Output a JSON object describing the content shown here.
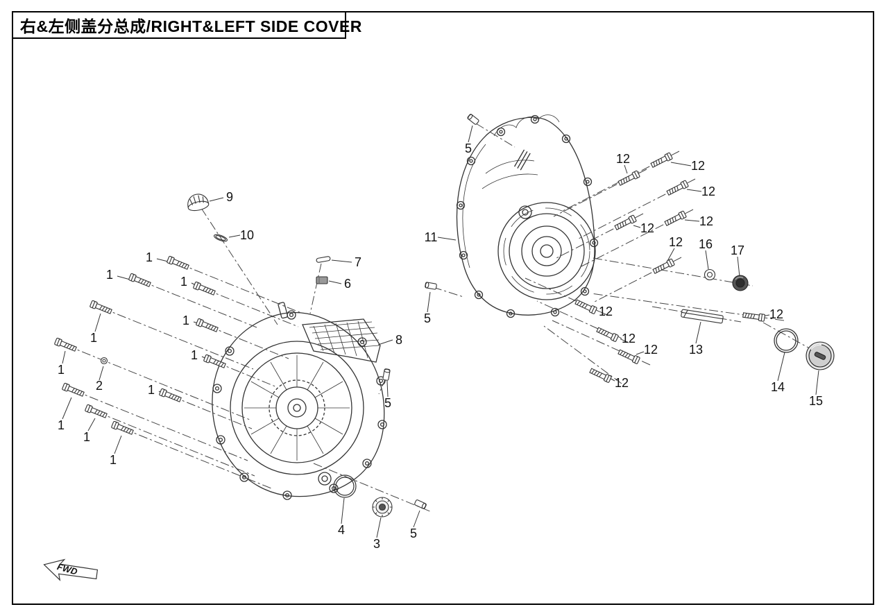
{
  "page": {
    "title": "右&左侧盖分总成/RIGHT&LEFT SIDE COVER",
    "fwd_label": "FWD"
  },
  "colors": {
    "line": "#333333",
    "background": "#ffffff"
  },
  "diagram": {
    "parts": [
      [
        "bolt",
        258,
        380,
        22
      ],
      [
        "bolt",
        203,
        405,
        22
      ],
      [
        "bolt",
        296,
        417,
        22
      ],
      [
        "bolt",
        147,
        444,
        22
      ],
      [
        "bolt",
        300,
        470,
        22
      ],
      [
        "bolt",
        311,
        522,
        22
      ],
      [
        "bolt",
        96,
        498,
        22
      ],
      [
        "bolt",
        247,
        571,
        22
      ],
      [
        "bolt",
        107,
        563,
        22
      ],
      [
        "bolt",
        140,
        594,
        22
      ],
      [
        "bolt",
        178,
        618,
        22
      ],
      [
        "nut",
        150,
        520,
        0
      ],
      [
        "cap9",
        285,
        292,
        -12
      ],
      [
        "oring-s",
        318,
        343,
        20
      ],
      [
        "pin7",
        466,
        374,
        -10
      ],
      [
        "cyl6",
        464,
        404,
        0
      ],
      [
        "plug",
        557,
        540,
        100
      ],
      [
        "plug",
        606,
        727,
        205
      ],
      [
        "plug",
        682,
        172,
        38
      ],
      [
        "plug",
        621,
        412,
        10
      ],
      [
        "oringL",
        497,
        701,
        0
      ],
      [
        "cap3",
        551,
        731,
        0
      ],
      [
        "bolt",
        905,
        258,
        153
      ],
      [
        "bolt",
        952,
        232,
        153
      ],
      [
        "bolt",
        975,
        272,
        153
      ],
      [
        "bolt",
        972,
        316,
        153
      ],
      [
        "bolt",
        900,
        322,
        153
      ],
      [
        "bolt",
        955,
        385,
        153
      ],
      [
        "bolt",
        843,
        441,
        205
      ],
      [
        "bolt",
        874,
        481,
        205
      ],
      [
        "bolt",
        905,
        513,
        205
      ],
      [
        "bolt",
        864,
        540,
        205
      ],
      [
        "bolt",
        1085,
        456,
        188
      ],
      [
        "washer",
        1023,
        396,
        0
      ],
      [
        "cap17",
        1067,
        408,
        0
      ],
      [
        "strip13",
        1012,
        456,
        9
      ],
      [
        "oringM",
        1133,
        491,
        0
      ],
      [
        "cap15",
        1182,
        513,
        0
      ]
    ],
    "callouts": [
      [
        "1",
        215,
        371
      ],
      [
        "1",
        158,
        396
      ],
      [
        "1",
        265,
        406
      ],
      [
        "1",
        135,
        487
      ],
      [
        "1",
        268,
        462
      ],
      [
        "1",
        280,
        512
      ],
      [
        "1",
        88,
        533
      ],
      [
        "1",
        218,
        562
      ],
      [
        "1",
        88,
        613
      ],
      [
        "1",
        125,
        630
      ],
      [
        "1",
        163,
        663
      ],
      [
        "2",
        143,
        556
      ],
      [
        "3",
        543,
        784
      ],
      [
        "4",
        492,
        764
      ],
      [
        "5",
        559,
        581
      ],
      [
        "5",
        596,
        769
      ],
      [
        "5",
        675,
        214
      ],
      [
        "5",
        616,
        459
      ],
      [
        "6",
        501,
        409
      ],
      [
        "7",
        516,
        378
      ],
      [
        "8",
        575,
        490
      ],
      [
        "9",
        331,
        284
      ],
      [
        "10",
        356,
        339
      ],
      [
        "11",
        621,
        342
      ],
      [
        "12",
        898,
        229
      ],
      [
        "12",
        1006,
        239
      ],
      [
        "12",
        1021,
        276
      ],
      [
        "12",
        933,
        329
      ],
      [
        "12",
        1018,
        319
      ],
      [
        "12",
        974,
        349
      ],
      [
        "12",
        873,
        449
      ],
      [
        "12",
        906,
        488
      ],
      [
        "12",
        938,
        504
      ],
      [
        "12",
        896,
        552
      ],
      [
        "12",
        1119,
        453
      ],
      [
        "13",
        1003,
        504
      ],
      [
        "14",
        1121,
        558
      ],
      [
        "15",
        1176,
        578
      ],
      [
        "16",
        1017,
        352
      ],
      [
        "17",
        1063,
        361
      ]
    ],
    "leaders": [
      [
        258,
        380,
        434,
        451
      ],
      [
        203,
        405,
        370,
        472
      ],
      [
        296,
        417,
        430,
        471
      ],
      [
        147,
        444,
        365,
        532
      ],
      [
        300,
        470,
        416,
        517
      ],
      [
        311,
        522,
        399,
        558
      ],
      [
        96,
        498,
        360,
        605
      ],
      [
        247,
        571,
        363,
        618
      ],
      [
        107,
        563,
        357,
        664
      ],
      [
        140,
        594,
        367,
        686
      ],
      [
        178,
        618,
        391,
        704
      ],
      [
        290,
        300,
        400,
        468
      ],
      [
        463,
        380,
        447,
        452
      ],
      [
        686,
        178,
        742,
        212
      ],
      [
        624,
        414,
        668,
        428
      ],
      [
        556,
        545,
        546,
        568
      ],
      [
        452,
        668,
        622,
        738
      ],
      [
        932,
        244,
        798,
        312
      ],
      [
        979,
        218,
        809,
        305
      ],
      [
        1002,
        258,
        832,
        345
      ],
      [
        999,
        302,
        838,
        384
      ],
      [
        927,
        308,
        802,
        372
      ],
      [
        982,
        371,
        857,
        435
      ],
      [
        875,
        454,
        757,
        401
      ],
      [
        906,
        494,
        774,
        434
      ],
      [
        937,
        526,
        796,
        462
      ],
      [
        896,
        553,
        784,
        470
      ],
      [
        1130,
        462,
        852,
        423
      ],
      [
        855,
        372,
        1085,
        412
      ],
      [
        940,
        442,
        1068,
        464
      ],
      [
        1100,
        465,
        1172,
        505
      ],
      [
        226,
        373,
        246,
        378,
        1
      ],
      [
        169,
        398,
        191,
        404,
        1
      ],
      [
        276,
        408,
        288,
        414,
        1
      ],
      [
        137,
        478,
        145,
        452,
        1
      ],
      [
        279,
        464,
        292,
        468,
        1
      ],
      [
        291,
        514,
        302,
        519,
        1
      ],
      [
        90,
        524,
        94,
        506,
        1
      ],
      [
        229,
        564,
        239,
        569,
        1
      ],
      [
        90,
        604,
        103,
        573,
        1
      ],
      [
        127,
        621,
        137,
        603,
        1
      ],
      [
        165,
        654,
        175,
        628,
        1
      ],
      [
        143,
        548,
        149,
        528,
        1
      ],
      [
        322,
        285,
        302,
        290,
        1
      ],
      [
        346,
        339,
        330,
        342,
        1
      ],
      [
        507,
        378,
        478,
        375,
        1
      ],
      [
        492,
        409,
        474,
        405,
        1
      ],
      [
        566,
        490,
        545,
        497,
        1
      ],
      [
        559,
        572,
        558,
        549,
        1
      ],
      [
        596,
        760,
        605,
        736,
        1
      ],
      [
        675,
        205,
        681,
        181,
        1
      ],
      [
        616,
        450,
        620,
        421,
        1
      ],
      [
        492,
        755,
        496,
        718,
        1
      ],
      [
        543,
        775,
        549,
        746,
        1
      ],
      [
        631,
        342,
        657,
        346,
        1
      ],
      [
        900,
        238,
        904,
        250,
        1
      ],
      [
        996,
        239,
        967,
        234,
        1
      ],
      [
        1011,
        276,
        990,
        273,
        1
      ],
      [
        923,
        328,
        913,
        325,
        1
      ],
      [
        1008,
        319,
        987,
        317,
        1
      ],
      [
        972,
        358,
        961,
        378,
        1
      ],
      [
        863,
        449,
        855,
        444,
        1
      ],
      [
        896,
        488,
        887,
        483,
        1
      ],
      [
        928,
        507,
        917,
        511,
        1
      ],
      [
        886,
        549,
        875,
        543,
        1
      ],
      [
        1109,
        454,
        1098,
        456,
        1
      ],
      [
        1003,
        495,
        1010,
        464,
        1
      ],
      [
        1121,
        549,
        1131,
        508,
        1
      ],
      [
        1176,
        569,
        1180,
        534,
        1
      ],
      [
        1017,
        361,
        1021,
        388,
        1
      ],
      [
        1063,
        370,
        1066,
        399,
        1
      ]
    ]
  }
}
